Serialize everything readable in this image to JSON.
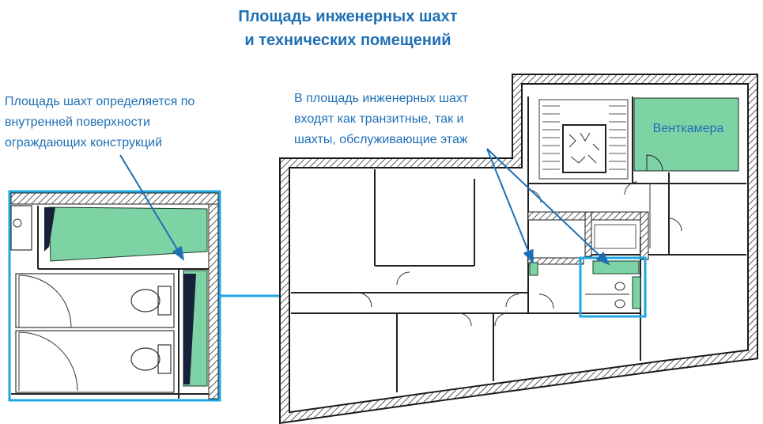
{
  "title": {
    "line1": "Площадь инженерных шахт",
    "line2": "и технических помещений"
  },
  "note_left": {
    "line1": "Площадь шахт определяется по",
    "line2": "внутренней поверхности",
    "line3": "ограждающих конструкций"
  },
  "note_right": {
    "line1": "В площадь инженерных шахт",
    "line2": "входят как транзитные, так и",
    "line3": "шахты, обслуживающие этаж"
  },
  "plan": {
    "ventkamera_label": "Венткамера"
  },
  "colors": {
    "accent_text": "#1f6fb5",
    "shaft_fill": "#7dd3a4",
    "highlight": "#1ea7e1",
    "wall": "#1a1a1a",
    "hatch": "#444444"
  }
}
